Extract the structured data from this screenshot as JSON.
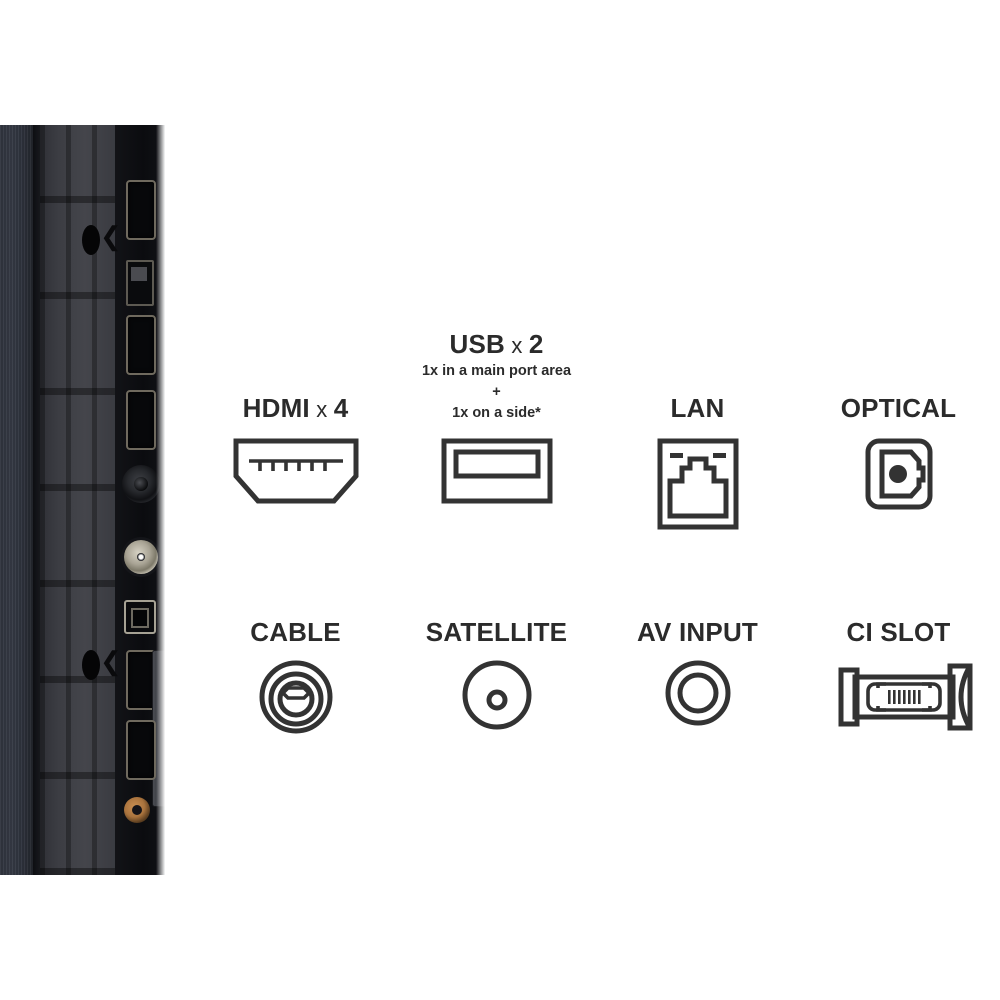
{
  "photo": {
    "alt_name": "tv-side-panel-photo",
    "description": "Close-up photograph of a television rear/side connection panel",
    "colors": {
      "bezel": "#31353f",
      "rear_cover": "#3c3d43",
      "port_strip": "#0b0c0f",
      "satellite_connector": "#a9a495",
      "av_connector": "#a9733d"
    }
  },
  "theme": {
    "background": "#ffffff",
    "text": "#2b2b2b",
    "icon_stroke": "#333333"
  },
  "ports": {
    "top_row": [
      {
        "id": "hdmi",
        "title_main": "HDMI",
        "title_mult": "x",
        "title_count": "4",
        "icon": "hdmi-port-icon",
        "sub_lines": []
      },
      {
        "id": "usb",
        "title_main": "USB",
        "title_mult": "x",
        "title_count": "2",
        "icon": "usb-port-icon",
        "sub_lines": [
          "1x in a main port area",
          "+",
          "1x on a side*"
        ]
      },
      {
        "id": "lan",
        "title_main": "LAN",
        "title_mult": "",
        "title_count": "",
        "icon": "lan-rj45-port-icon",
        "sub_lines": []
      },
      {
        "id": "optical",
        "title_main": "OPTICAL",
        "title_mult": "",
        "title_count": "",
        "icon": "optical-toslink-port-icon",
        "sub_lines": []
      }
    ],
    "bottom_row": [
      {
        "id": "cable",
        "title_main": "CABLE",
        "title_mult": "",
        "title_count": "",
        "icon": "coaxial-cable-port-icon",
        "sub_lines": []
      },
      {
        "id": "satellite",
        "title_main": "SATELLITE",
        "title_mult": "",
        "title_count": "",
        "icon": "satellite-f-connector-icon",
        "sub_lines": []
      },
      {
        "id": "av_input",
        "title_main": "AV INPUT",
        "title_mult": "",
        "title_count": "",
        "icon": "av-input-jack-icon",
        "sub_lines": []
      },
      {
        "id": "ci_slot",
        "title_main": "CI SLOT",
        "title_mult": "",
        "title_count": "",
        "icon": "ci-card-slot-icon",
        "sub_lines": []
      }
    ]
  }
}
